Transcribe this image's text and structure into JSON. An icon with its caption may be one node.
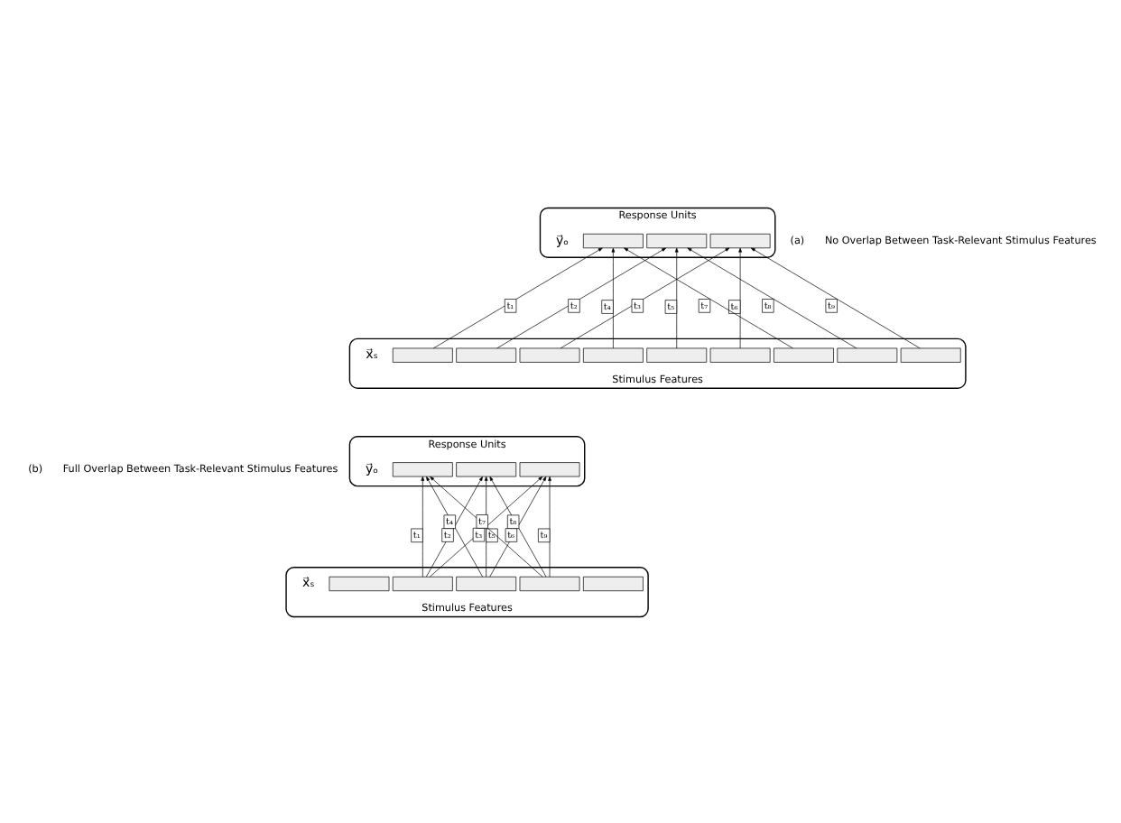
{
  "diagram": {
    "nodes": [
      {
        "text": [
          "Response Units"
        ],
        "beside": [
          "y⃗ₒ"
        ]
      },
      {
        "text": [],
        "shape": "box",
        "in": 0
      },
      {
        "text": [],
        "shape": "box",
        "in": 0
      },
      {
        "text": [],
        "shape": "box",
        "in": 0
      },
      {
        "text": [
          "Stimulus Features"
        ],
        "beside": [
          "x⃗ₛ"
        ]
      },
      {
        "text": [],
        "shape": "box",
        "in": 4
      },
      {
        "text": [],
        "shape": "box",
        "in": 4
      },
      {
        "text": [],
        "shape": "box",
        "in": 4
      },
      {
        "text": [],
        "shape": "box",
        "in": 4
      },
      {
        "text": [],
        "shape": "box",
        "in": 4
      },
      {
        "text": [],
        "shape": "box",
        "in": 4
      },
      {
        "text": [],
        "shape": "box",
        "in": 4
      },
      {
        "text": [],
        "shape": "box",
        "in": 4
      },
      {
        "text": [],
        "shape": "box",
        "in": 4
      },
      {
        "text": [
          "Response Units"
        ],
        "beside": [
          "y⃗ₒ"
        ]
      },
      {
        "text": [],
        "shape": "box",
        "in": 14
      },
      {
        "text": [],
        "shape": "box",
        "in": 14
      },
      {
        "text": [],
        "shape": "box",
        "in": 14
      },
      {
        "text": [
          "Stimulus Features"
        ],
        "beside": [
          "x⃗ₛ"
        ]
      },
      {
        "text": [],
        "shape": "box",
        "in": 18
      },
      {
        "text": [],
        "shape": "box",
        "in": 18
      },
      {
        "text": [],
        "shape": "box",
        "in": 18
      },
      {
        "text": [],
        "shape": "box",
        "in": 18
      },
      {
        "text": [],
        "shape": "box",
        "in": 18
      }
    ],
    "edges": [
      {
        "from": 5,
        "to": 1,
        "arrow": "to",
        "label": "t₁"
      },
      {
        "from": 6,
        "to": 2,
        "arrow": "to",
        "label": "t₂"
      },
      {
        "from": 7,
        "to": 3,
        "arrow": "to",
        "label": "t₃"
      },
      {
        "from": 8,
        "to": 1,
        "arrow": "to",
        "label": "t₄"
      },
      {
        "from": 9,
        "to": 2,
        "arrow": "to",
        "label": "t₅"
      },
      {
        "from": 10,
        "to": 3,
        "arrow": "to",
        "label": "t₆"
      },
      {
        "from": 11,
        "to": 1,
        "arrow": "to",
        "label": "t₇"
      },
      {
        "from": 12,
        "to": 2,
        "arrow": "to",
        "label": "t₈"
      },
      {
        "from": 13,
        "to": 3,
        "arrow": "to",
        "label": "t₉"
      },
      {
        "from": 20,
        "to": 15,
        "arrow": "to",
        "label": "t₁"
      },
      {
        "from": 20,
        "to": 16,
        "arrow": "to",
        "label": "t₂"
      },
      {
        "from": 20,
        "to": 17,
        "arrow": "to",
        "label": "t₃"
      },
      {
        "from": 21,
        "to": 15,
        "arrow": "to",
        "label": "t₄"
      },
      {
        "from": 21,
        "to": 16,
        "arrow": "to",
        "label": "t₅"
      },
      {
        "from": 21,
        "to": 17,
        "arrow": "to",
        "label": "t₆"
      },
      {
        "from": 22,
        "to": 15,
        "arrow": "to",
        "label": "t₇"
      },
      {
        "from": 22,
        "to": 16,
        "arrow": "to",
        "label": "t₈"
      },
      {
        "from": 22,
        "to": 17,
        "arrow": "to",
        "label": "t₉"
      }
    ],
    "labels": [
      "(a)",
      "No Overlap Between Task-Relevant Stimulus Features",
      "(b)",
      "Full Overlap Between Task-Relevant Stimulus Features"
    ]
  }
}
